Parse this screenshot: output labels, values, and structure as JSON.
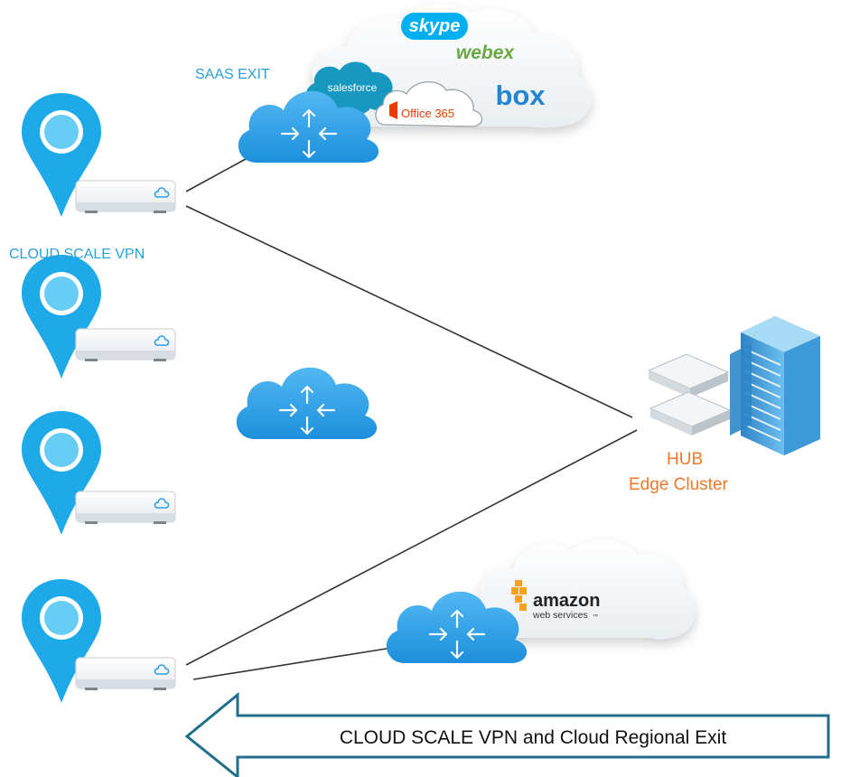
{
  "labels": {
    "saas_exit": "SAAS EXIT",
    "cloud_scale_vpn": "CLOUD SCALE VPN",
    "hub_line1": "HUB",
    "hub_line2": "Edge Cluster",
    "banner": "CLOUD SCALE VPN  and Cloud Regional Exit"
  },
  "saas_logos": {
    "skype": "skype",
    "webex": "webex",
    "salesforce": "salesforce",
    "office365": "Office 365",
    "box": "box"
  },
  "aws_logo": {
    "line1": "amazon",
    "line2": "web services",
    "tm": "™"
  },
  "colors": {
    "label_blue": "#2a9fd8",
    "hub_orange": "#f0782a",
    "pin_blue": "#1ea9e9",
    "cloud_blue": "#2a9ee6",
    "arrow_border": "#1f6f8b",
    "skype_blue": "#00aff0",
    "webex_green": "#6aa843",
    "salesforce_blue": "#1798c1",
    "office_orange": "#eb3c00",
    "box_blue": "#2486d1",
    "aws_orange": "#f7a21b"
  },
  "icons": {
    "site_pin": "location-pin-icon",
    "edge_device": "edge-router-icon",
    "router_cloud": "cloud-router-icon",
    "hub": "server-tower-icon"
  }
}
